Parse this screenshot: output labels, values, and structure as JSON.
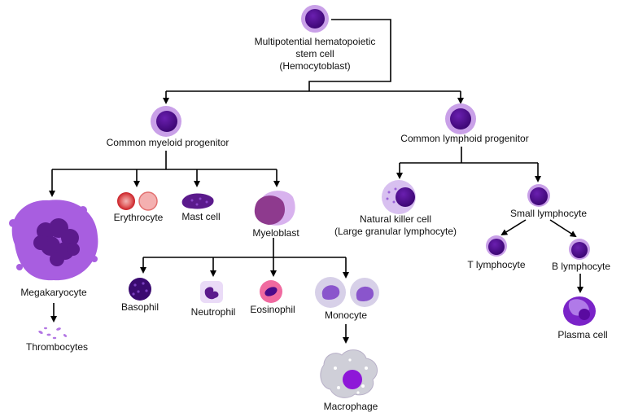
{
  "stem_cell": {
    "line1": "Multipotential hematopoietic",
    "line2": "stem cell",
    "line3": "(Hemocytoblast)"
  },
  "myeloid_progenitor": "Common myeloid progenitor",
  "lymphoid_progenitor": "Common lymphoid progenitor",
  "megakaryocyte": "Megakaryocyte",
  "thrombocytes": "Thrombocytes",
  "erythrocyte": "Erythrocyte",
  "mast_cell": "Mast cell",
  "myeloblast": "Myeloblast",
  "basophil": "Basophil",
  "neutrophil": "Neutrophil",
  "eosinophil": "Eosinophil",
  "monocyte": "Monocyte",
  "macrophage": "Macrophage",
  "nk_cell": {
    "line1": "Natural killer cell",
    "line2": "(Large granular lymphocyte)"
  },
  "small_lymphocyte": "Small lymphocyte",
  "t_lymphocyte": "T lymphocyte",
  "b_lymphocyte": "B lymphocyte",
  "plasma_cell": "Plasma cell",
  "colors": {
    "nucleus": "#4a0a8a",
    "cytoplasm": "#c9a0e8",
    "megakaryocyte": "#a85ee0",
    "erythrocyte": "#d8232a",
    "macrophage": "#cfcfd8",
    "line": "#000000"
  }
}
